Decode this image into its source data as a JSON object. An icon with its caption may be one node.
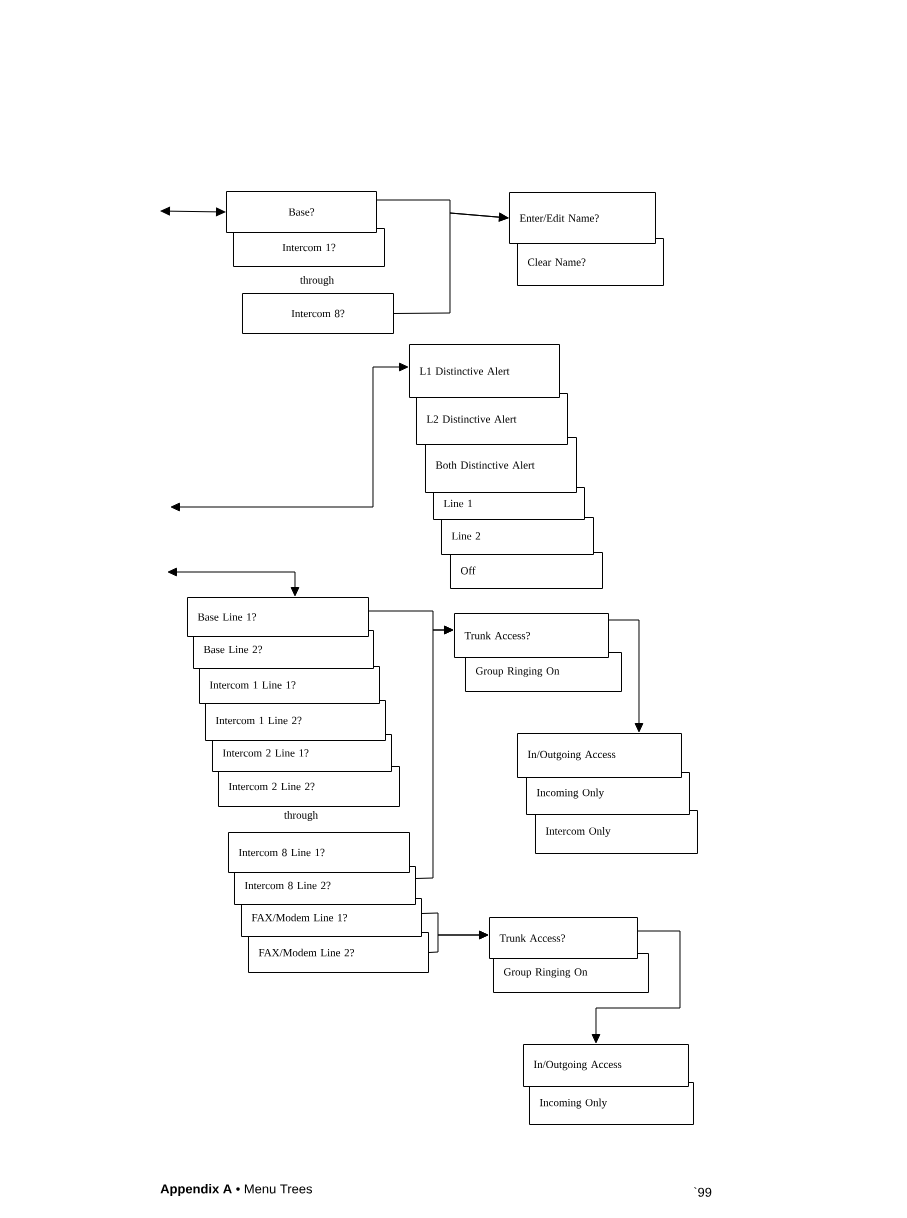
{
  "diagram": {
    "nodes": [
      {
        "text": [
          "Base?"
        ]
      },
      {
        "text": [
          "Intercom 1?"
        ]
      },
      {
        "text": [
          "Intercom 8?"
        ]
      },
      {
        "text": [
          "Enter/Edit Name?"
        ]
      },
      {
        "text": [
          "Clear Name?"
        ]
      },
      {
        "text": [
          "L1 Distinctive Alert"
        ]
      },
      {
        "text": [
          "L2 Distinctive Alert"
        ]
      },
      {
        "text": [
          "Both Distinctive Alert"
        ]
      },
      {
        "text": [
          "Line 1"
        ]
      },
      {
        "text": [
          "Line 2"
        ]
      },
      {
        "text": [
          "Off"
        ]
      },
      {
        "text": [
          "Base Line 1?"
        ]
      },
      {
        "text": [
          "Base Line 2?"
        ]
      },
      {
        "text": [
          "Intercom 1 Line 1?"
        ]
      },
      {
        "text": [
          "Intercom 1 Line 2?"
        ]
      },
      {
        "text": [
          "Intercom 2 Line 1?"
        ]
      },
      {
        "text": [
          "Intercom 2 Line 2?"
        ]
      },
      {
        "text": [
          "Intercom 8 Line 1?"
        ]
      },
      {
        "text": [
          "Intercom 8 Line 2?"
        ]
      },
      {
        "text": [
          "FAX/Modem Line 1?"
        ]
      },
      {
        "text": [
          "FAX/Modem Line 2?"
        ]
      },
      {
        "text": [
          "Trunk Access?"
        ]
      },
      {
        "text": [
          "Group Ringing On"
        ]
      },
      {
        "text": [
          "In/Outgoing Access"
        ]
      },
      {
        "text": [
          "Incoming Only"
        ]
      },
      {
        "text": [
          "Intercom Only"
        ]
      },
      {
        "text": [
          "Trunk Access?"
        ]
      },
      {
        "text": [
          "Group Ringing On"
        ]
      },
      {
        "text": [
          "In/Outgoing Access"
        ]
      },
      {
        "text": [
          "Incoming Only"
        ]
      }
    ],
    "edges": [
      {
        "from": null,
        "to": 0,
        "arrow": "both"
      },
      {
        "from": 0,
        "to": 3,
        "arrow": "to"
      },
      {
        "from": 2,
        "to": 3,
        "arrow": "to"
      },
      {
        "from": null,
        "to": 5,
        "arrow": "both"
      },
      {
        "from": null,
        "to": 11,
        "arrow": "both"
      },
      {
        "from": 11,
        "to": 21,
        "arrow": "to"
      },
      {
        "from": 18,
        "to": 21,
        "arrow": "to"
      },
      {
        "from": 21,
        "to": 23,
        "arrow": "to"
      },
      {
        "from": 19,
        "to": 26,
        "arrow": "to"
      },
      {
        "from": 20,
        "to": 26,
        "arrow": "to"
      },
      {
        "from": 26,
        "to": 28,
        "arrow": "to"
      }
    ],
    "labels": [
      "through",
      "through",
      "**Appendix A** • Menu Trees",
      "`99"
    ]
  }
}
